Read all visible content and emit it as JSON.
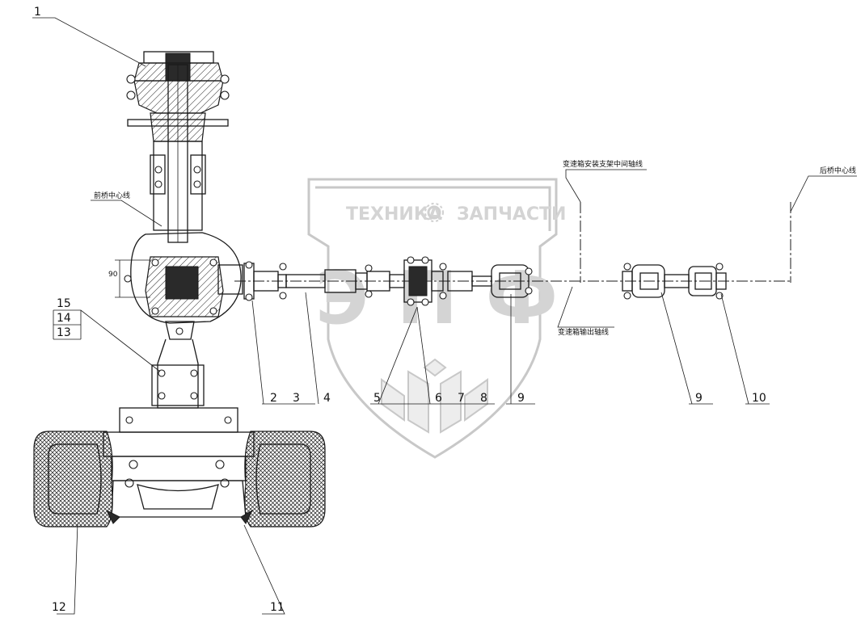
{
  "watermark": {
    "text_left": "ТЕХНИКА",
    "text_right": "ЗАПЧАСТИ",
    "logo": "ЭПФ",
    "emblem": "gear-icon"
  },
  "callouts": [
    "1",
    "2",
    "3",
    "4",
    "5",
    "6",
    "7",
    "8",
    "9",
    "9",
    "10",
    "11",
    "12",
    "13",
    "14",
    "15"
  ],
  "annotations": {
    "front_axle_centerline": "前桥中心线",
    "gearbox_mount_centerline": "变速箱安装支架中间轴线",
    "rear_axle_centerline": "后桥中心线",
    "gearbox_output_axis": "变速箱输出轴线",
    "dimension_90": "90"
  },
  "colors": {
    "line": "#1a1a1a",
    "watermark": "#c8c8c8",
    "background": "#ffffff"
  }
}
